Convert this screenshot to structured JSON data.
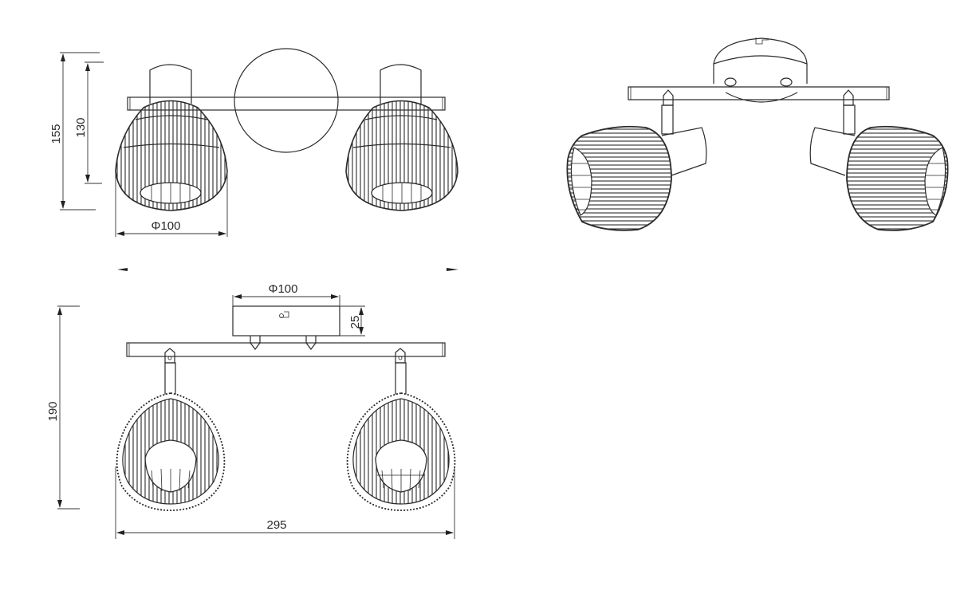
{
  "drawing": {
    "subject": "Two-light ceiling spotlight bar with ribbed wire shades",
    "views": {
      "top_view": {
        "dimensions": {
          "overall_depth": "155",
          "body_depth": "130",
          "shade_diameter": "Φ100"
        }
      },
      "front_view": {
        "dimensions": {
          "canopy_diameter": "Φ100",
          "canopy_height": "25",
          "overall_height": "190",
          "overall_width": "295"
        }
      },
      "perspective_view": {}
    },
    "colors": {
      "line": "#2b2b2b",
      "background": "#ffffff"
    }
  }
}
